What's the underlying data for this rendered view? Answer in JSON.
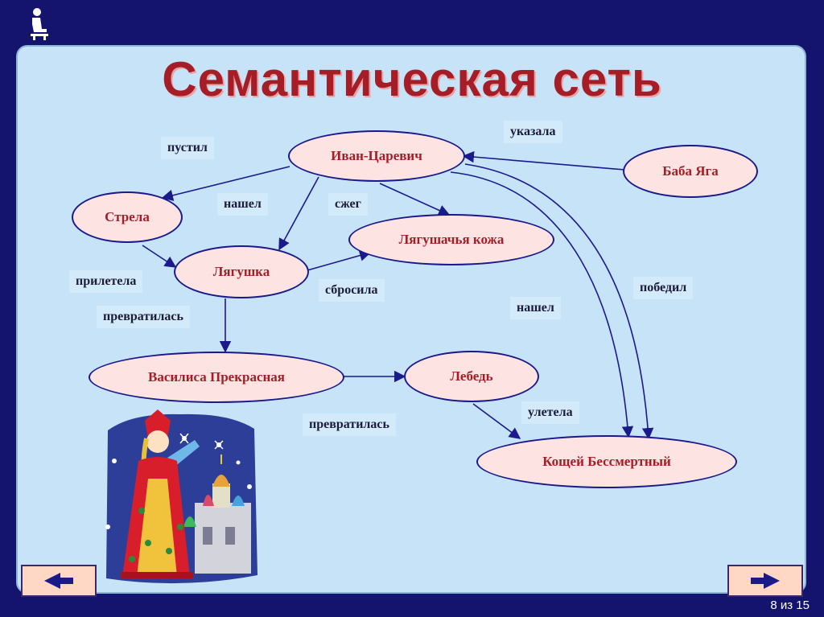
{
  "slide": {
    "title": "Семантическая сеть",
    "page_indicator": "8 из 15"
  },
  "nodes": {
    "ivan": "Иван-Царевич",
    "baba": "Баба Яга",
    "strela": "Стрела",
    "kozha": "Лягушачья кожа",
    "lyagushka": "Лягушка",
    "vasilisa": "Василиса Прекрасная",
    "lebed": "Лебедь",
    "koshey": "Кощей Бессмертный"
  },
  "edge_labels": {
    "pustil": "пустил",
    "ukazala": "указала",
    "nashel1": "нашел",
    "szheg": "сжег",
    "priletela": "прилетела",
    "sbrosila": "сбросила",
    "pobedil": "победил",
    "prevratilas1": "превратилась",
    "nashel2": "нашел",
    "uletela": "улетела",
    "prevratilas2": "превратилась"
  },
  "nav": {
    "prev_glyph": "◀",
    "next_glyph": "▶"
  },
  "colors": {
    "background": "#14146e",
    "panel": "#c6e3f7",
    "title": "#a51d27",
    "node_fill": "#fde4e2",
    "node_border": "#1a1a8a",
    "edge": "#1a1a8a"
  }
}
